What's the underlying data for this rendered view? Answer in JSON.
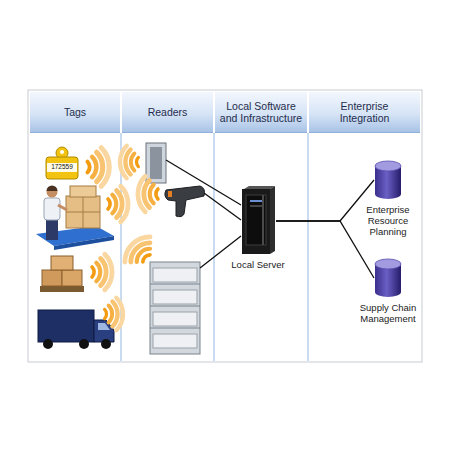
{
  "diagram": {
    "nodes": [
      {
        "text": [
          "Tags"
        ]
      },
      {
        "text": [
          "Readers"
        ]
      },
      {
        "text": [
          "Local Software and Infrastructure"
        ]
      },
      {
        "text": [
          "Enterprise Integration"
        ]
      },
      {
        "text": [
          "Local Server"
        ]
      },
      {
        "text": [
          "Enterprise Resource Planning"
        ]
      },
      {
        "text": [
          "Supply Chain Management"
        ]
      }
    ],
    "edges": [
      {
        "from": 4,
        "to": 5,
        "arrow": "none"
      },
      {
        "from": 4,
        "to": 6,
        "arrow": "none"
      }
    ],
    "labels": [
      "172559"
    ]
  }
}
